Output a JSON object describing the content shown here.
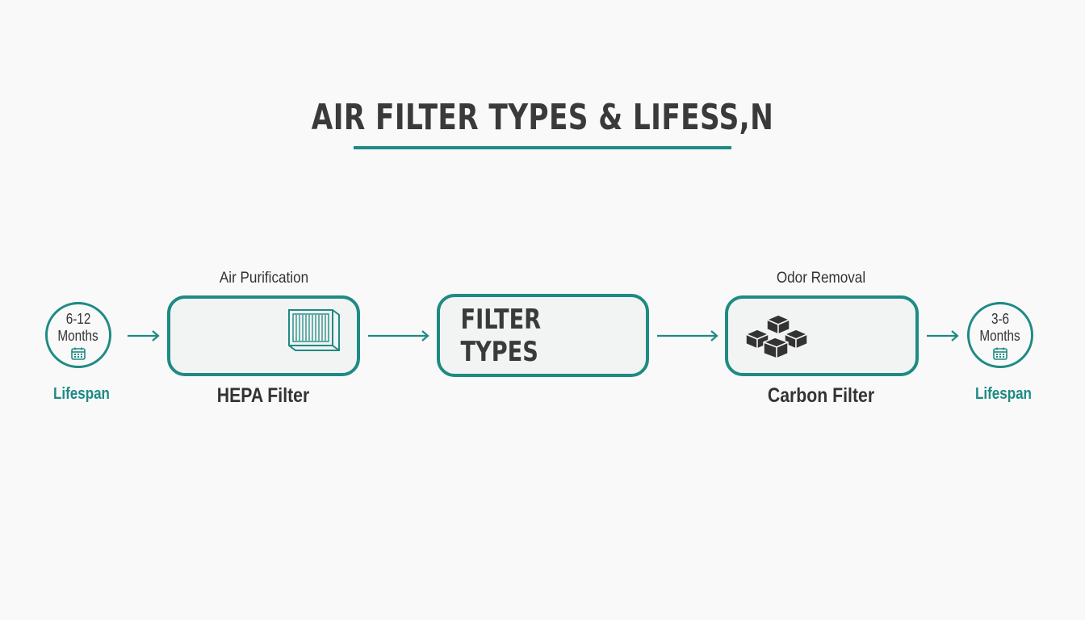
{
  "title": "AIR FILTER TYPES & LIFESS,N",
  "left_lifespan": {
    "value": "6-12",
    "unit": "Months",
    "label": "Lifespan",
    "icon": "calendar-icon"
  },
  "hepa": {
    "caption_top": "Air Purification",
    "label": "HEPA Filter",
    "icon": "hepa-filter-icon"
  },
  "center": {
    "label": "FILTER TYPES"
  },
  "carbon": {
    "caption_top": "Odor Removal",
    "label": "Carbon Filter",
    "icon": "carbon-blocks-icon"
  },
  "right_lifespan": {
    "value": "3-6",
    "unit": "Months",
    "label": "Lifespan",
    "icon": "calendar-icon"
  },
  "colors": {
    "accent": "#1f8a84",
    "text": "#333333",
    "box_fill": "#f2f4f3"
  }
}
